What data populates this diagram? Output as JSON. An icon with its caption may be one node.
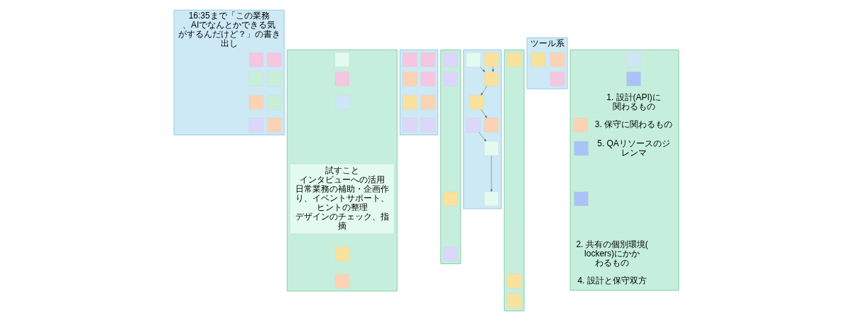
{
  "diagram": {
    "nodes": [
      {
        "text": [
          "16:35まで「この業務、AIでなんとかできる気がするんだけど？」の書き出し"
        ]
      },
      {
        "text": [],
        "shape": "box",
        "in": 0
      },
      {
        "text": [],
        "shape": "box",
        "in": 0
      },
      {
        "text": [],
        "shape": "box",
        "in": 0
      },
      {
        "text": [],
        "shape": "box",
        "in": 0
      },
      {
        "text": [],
        "shape": "box",
        "in": 0
      },
      {
        "text": [],
        "shape": "box",
        "in": 0
      },
      {
        "text": [],
        "shape": "box",
        "in": 0
      },
      {
        "text": [],
        "shape": "box",
        "in": 0
      },
      {
        "text": [],
        "shape": "box"
      },
      {
        "text": [],
        "shape": "box",
        "in": 9
      },
      {
        "text": [],
        "shape": "box",
        "in": 9
      },
      {
        "text": [],
        "shape": "box",
        "in": 9
      },
      {
        "text": [],
        "shape": "box",
        "in": 9
      },
      {
        "text": [],
        "shape": "box",
        "in": 9
      },
      {
        "text": [],
        "shape": "box",
        "in": 9
      },
      {
        "text": [],
        "shape": "box",
        "in": 9
      },
      {
        "text": [],
        "shape": "box",
        "in": 9
      },
      {
        "text": [],
        "shape": "box"
      },
      {
        "text": [],
        "shape": "box",
        "in": 18
      },
      {
        "text": [],
        "shape": "box",
        "in": 18
      },
      {
        "text": [],
        "shape": "box",
        "in": 18
      },
      {
        "text": [],
        "shape": "box",
        "in": 18
      },
      {
        "text": [],
        "shape": "box",
        "in": 18
      },
      {
        "text": [],
        "shape": "box",
        "in": 18
      },
      {
        "text": [],
        "shape": "box",
        "in": 18
      },
      {
        "text": [],
        "shape": "box",
        "in": 18
      },
      {
        "text": [
          "ツール系"
        ]
      },
      {
        "text": [],
        "shape": "box",
        "in": 27
      },
      {
        "text": [],
        "shape": "box",
        "in": 27
      },
      {
        "text": [],
        "shape": "box",
        "in": 27
      },
      {
        "text": [],
        "shape": "box"
      },
      {
        "text": [
          "試すこと",
          "インタビューへの活用",
          "日常業務の補助・企画作り、イベントサポート、ヒントの整理",
          "デザインのチェック、指摘"
        ],
        "in": 31
      },
      {
        "text": [],
        "shape": "box",
        "in": 31
      },
      {
        "text": [],
        "shape": "box",
        "in": 31
      },
      {
        "text": [],
        "shape": "box",
        "in": 31
      },
      {
        "text": [],
        "shape": "box",
        "in": 31
      },
      {
        "text": [],
        "shape": "box",
        "in": 31
      },
      {
        "text": [],
        "shape": "box"
      },
      {
        "text": [],
        "shape": "box",
        "in": 38
      },
      {
        "text": [],
        "shape": "box",
        "in": 38
      },
      {
        "text": [],
        "shape": "box",
        "in": 38
      },
      {
        "text": [],
        "shape": "box",
        "in": 38
      },
      {
        "text": [],
        "shape": "box"
      },
      {
        "text": [],
        "shape": "box",
        "in": 43
      },
      {
        "text": [],
        "shape": "box",
        "in": 43
      },
      {
        "text": [],
        "shape": "box",
        "in": 43
      },
      {
        "text": [],
        "shape": "box"
      },
      {
        "text": [],
        "shape": "box",
        "in": 47
      },
      {
        "text": [],
        "shape": "box",
        "in": 47
      },
      {
        "text": [],
        "shape": "box",
        "in": 47
      },
      {
        "text": [],
        "shape": "box",
        "in": 47
      },
      {
        "text": [],
        "shape": "box",
        "in": 47
      }
    ],
    "edges": [
      {
        "from": 19,
        "to": 21,
        "arrow": "to"
      },
      {
        "from": 20,
        "to": 21,
        "arrow": "to"
      },
      {
        "from": 21,
        "to": 22,
        "arrow": "to"
      },
      {
        "from": 22,
        "to": 23,
        "arrow": "to"
      },
      {
        "from": 24,
        "to": 25,
        "arrow": "to"
      },
      {
        "from": 25,
        "to": 26,
        "arrow": "to"
      }
    ],
    "labels": [
      "1. 設計(API)に関わるもの",
      "2. 共有の個別環境(lockers)にかかわるもの",
      "3. 保守に関わるもの",
      "4. 設計と保守双方",
      "5. QAリソースのジレンマ"
    ]
  }
}
